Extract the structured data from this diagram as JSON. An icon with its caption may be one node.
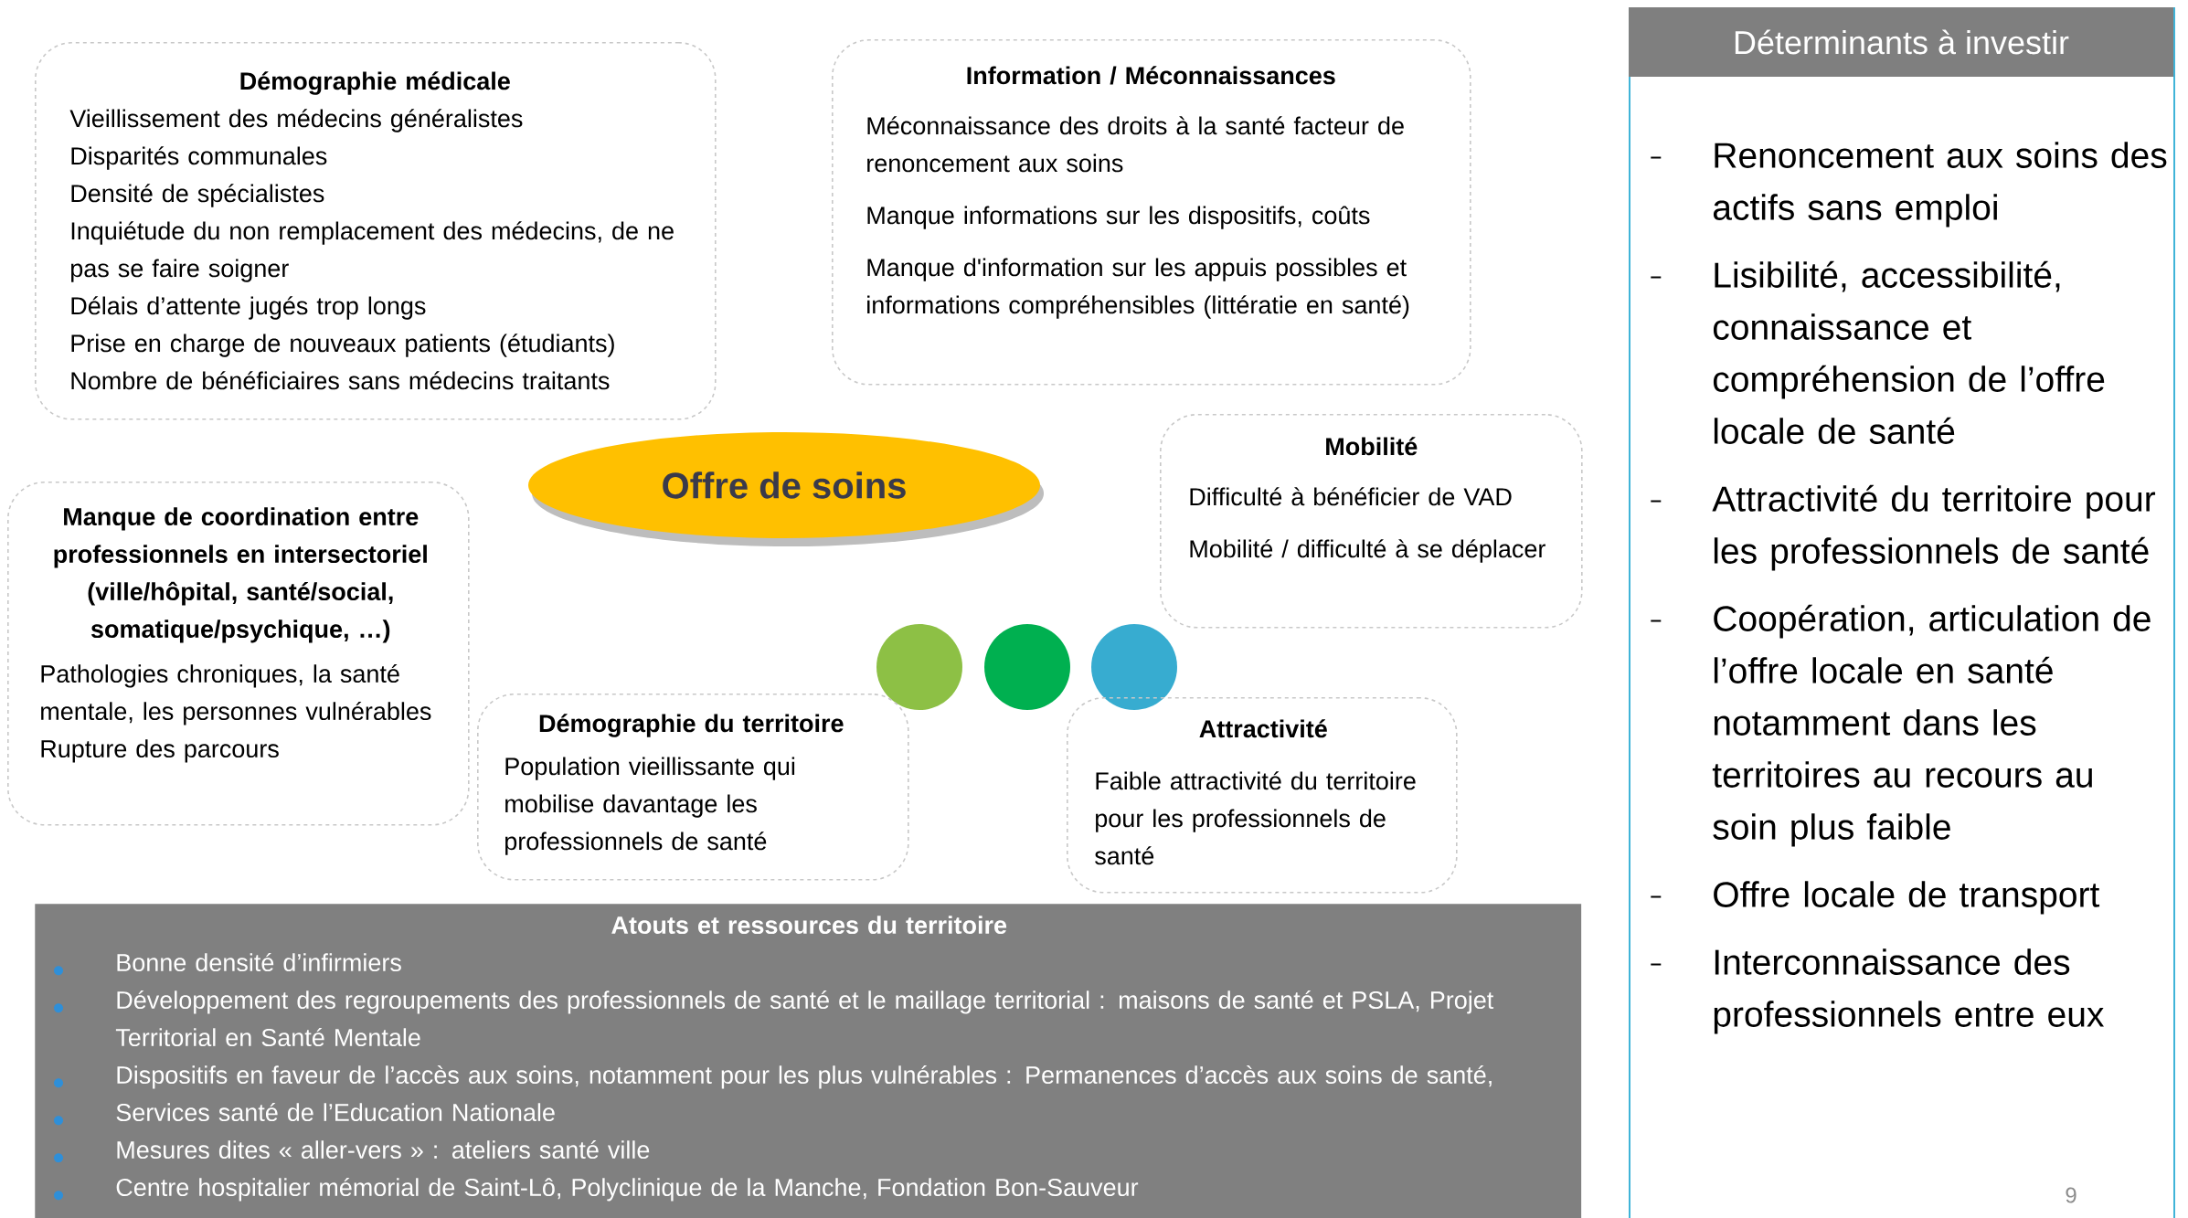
{
  "diagram": {
    "nodes": [
      {
        "text": [
          "Démographie médicale",
          "Vieillissement des médecins généralistes",
          "Disparités communales",
          "Densité de spécialistes",
          "Inquiétude du non remplacement des médecins, de ne pas se faire soigner",
          "Délais d’attente jugés trop longs",
          "Prise en charge de nouveaux patients (étudiants)",
          "Nombre de bénéficiaires sans médecins traitants"
        ]
      },
      {
        "text": [
          "Information / Méconnaissances",
          "Méconnaissance des droits à la santé facteur de renoncement aux soins",
          "Manque informations sur les dispositifs, coûts",
          "Manque d'information sur les appuis possibles et informations compréhensibles (littératie en santé)"
        ]
      },
      {
        "text": [
          "Offre de soins"
        ]
      },
      {
        "text": [
          "Mobilité",
          "Difficulté à bénéficier de VAD",
          "Mobilité / difficulté à se déplacer"
        ]
      },
      {
        "text": [
          "Manque de coordination entre professionnels en intersectoriel (ville/hôpital, santé/social, somatique/psychique, …)",
          "Pathologies chroniques, la santé mentale, les personnes vulnérables",
          "Rupture des parcours"
        ]
      },
      {
        "text": [],
        "shape": "circle"
      },
      {
        "text": [],
        "shape": "circle"
      },
      {
        "text": [],
        "shape": "circle"
      },
      {
        "text": [
          "Démographie du territoire",
          "Population vieillissante qui mobilise davantage les professionnels de santé"
        ]
      },
      {
        "text": [
          "Attractivité",
          "Faible attractivité du territoire pour les professionnels de santé"
        ]
      },
      {
        "text": [
          "Atouts et ressources du territoire",
          "Bonne densité d’infirmiers",
          "Développement des regroupements des professionnels de santé et le maillage territorial : maisons de santé et PSLA, Projet Territorial en Santé Mentale",
          "Dispositifs en faveur de l’accès aux soins, notamment pour les plus vulnérables : Permanences d’accès aux soins de santé,",
          "Services santé de l’Education Nationale",
          "Mesures dites « aller-vers » : ateliers santé ville",
          "Centre hospitalier mémorial de Saint-Lô, Polyclinique de la Manche, Fondation Bon-Sauveur"
        ]
      },
      {
        "text": [
          "Déterminants à investir",
          "Renoncement aux soins des actifs sans emploi",
          "Lisibilité, accessibilité, connaissance et compréhension de l’offre locale de santé",
          "Attractivité du territoire pour les professionnels de santé",
          "Coopération, articulation de l’offre locale en santé notamment dans les territoires au recours au soin plus faible",
          "Offre locale de transport",
          "Interconnaissance des professionnels entre eux"
        ]
      }
    ],
    "labels": [
      "9"
    ]
  }
}
